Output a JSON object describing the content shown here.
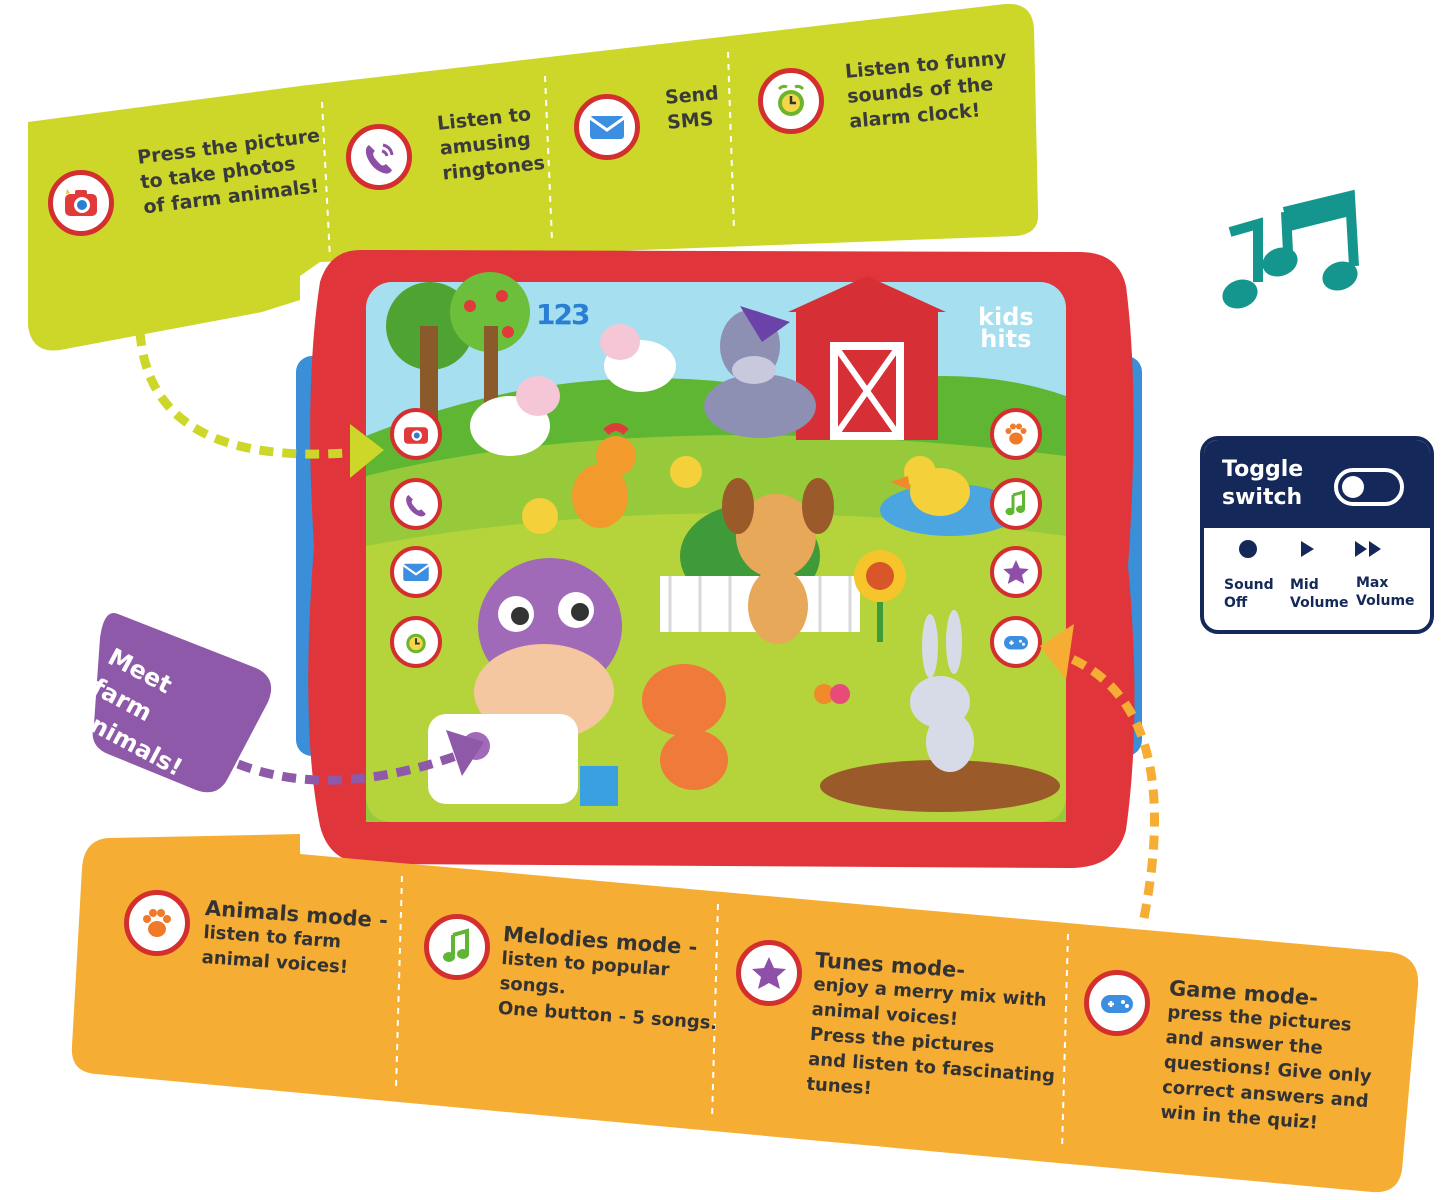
{
  "top_features": [
    {
      "icon": "camera-icon",
      "text": "Press the picture\nto take photos\nof farm animals!"
    },
    {
      "icon": "phone-icon",
      "text": "Listen to\namusing\nringtones"
    },
    {
      "icon": "envelope-icon",
      "text": "Send\nSMS"
    },
    {
      "icon": "alarm-clock-icon",
      "text": "Listen to funny\nsounds of the\nalarm clock!"
    }
  ],
  "modes": [
    {
      "icon": "paw-icon",
      "title": "Animals mode -",
      "desc": "listen to farm\nanimal voices!"
    },
    {
      "icon": "music-note-icon",
      "title": "Melodies mode -",
      "desc": "listen to popular\nsongs.\nOne button - 5 songs."
    },
    {
      "icon": "star-icon",
      "title": "Tunes mode-",
      "desc": "enjoy a merry mix with\nanimal voices!\nPress the pictures\nand listen to fascinating\ntunes!"
    },
    {
      "icon": "gamepad-icon",
      "title": "Game mode-",
      "desc": "press the pictures\nand answer the\nquestions! Give only\ncorrect answers and\nwin in the quiz!"
    }
  ],
  "toggle": {
    "title": "Toggle\nswitch",
    "levels": [
      "Sound\nOff",
      "Mid\nVolume",
      "Max\nVolume"
    ]
  },
  "bubble": {
    "text": "Meet\nfarm\nanimals!"
  },
  "tablet": {
    "brand": "kids\nhits",
    "counter": "123"
  },
  "colors": {
    "green_banner": "#ccd72a",
    "orange_banner": "#f6ad33",
    "tablet_frame": "#e0353b",
    "tablet_side": "#3a8fd8",
    "icon_ring": "#d42f2f",
    "toggle_navy": "#14295a",
    "bubble_purple": "#8e59a8",
    "notes_teal": "#14968f"
  }
}
